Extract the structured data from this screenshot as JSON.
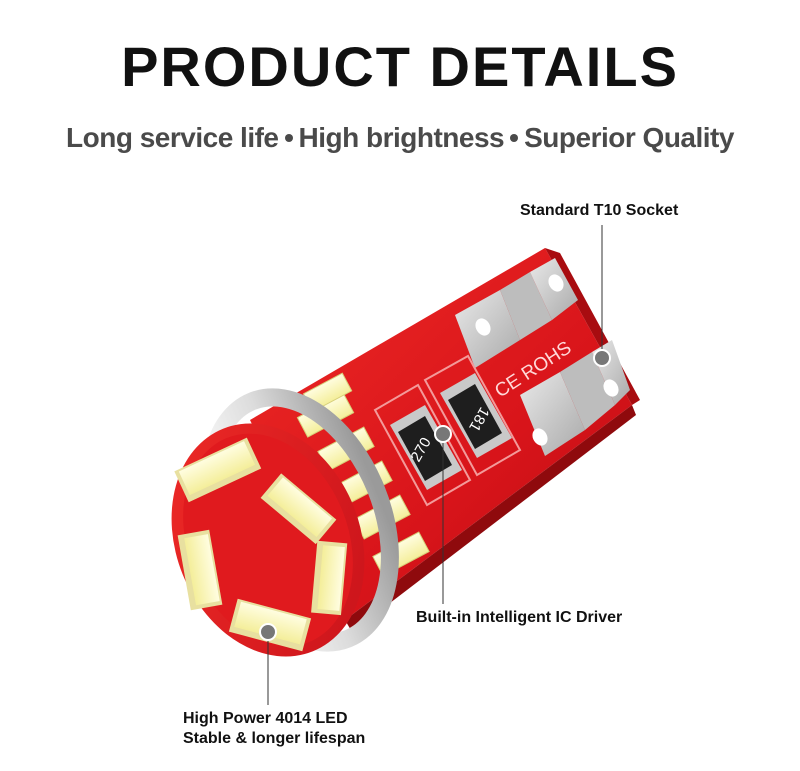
{
  "header": {
    "title": "PRODUCT DETAILS",
    "features": [
      "Long service life",
      "High brightness",
      "Superior Quality"
    ]
  },
  "product": {
    "pcb_marking": "CE ROHS",
    "resistor_1": "270",
    "resistor_2": "181"
  },
  "callouts": {
    "socket": "Standard T10 Socket",
    "ic_driver": "Built-in Intelligent IC Driver",
    "led_line1": "High Power 4014 LED",
    "led_line2": "Stable & longer lifespan"
  },
  "colors": {
    "pcb_red": "#e0151b",
    "led_yellow": "#f8f4b0",
    "title_text": "#111111",
    "subtitle_text": "#4a4a4a"
  }
}
